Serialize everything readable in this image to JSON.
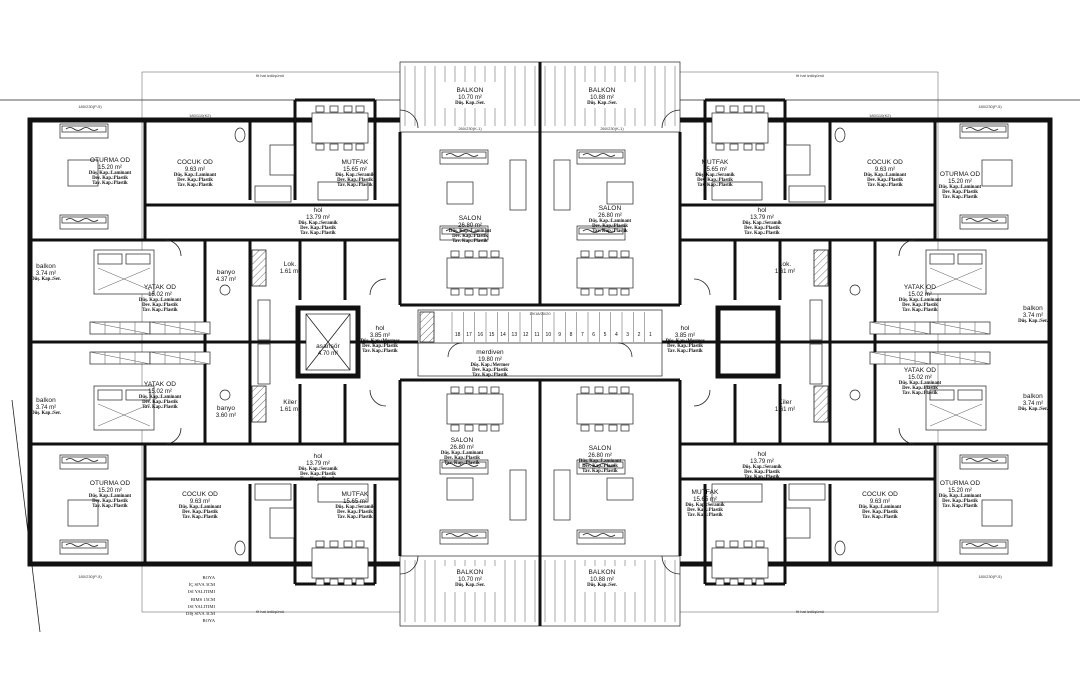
{
  "rooms": [
    {
      "id": "oturma-tl",
      "name": "OTURMA OD",
      "area": "15.20 m²",
      "finish": [
        "Düş. Kap.:Laminant",
        "Dev. Kap.:Plastik",
        "Tav. Kap.:Plastik"
      ]
    },
    {
      "id": "cocuk-tl",
      "name": "COCUK OD",
      "area": "9.63 m²",
      "finish": [
        "Düş. Kap.:Laminant",
        "Dev. Kap.:Plastik",
        "Tav. Kap.:Plastik"
      ]
    },
    {
      "id": "mutfak-tl",
      "name": "MUTFAK",
      "area": "15.65 m²",
      "finish": [
        "Düş. Kap.:Seramik",
        "Dev. Kap.:Plastik",
        "Tav. Kap.:Plastik"
      ]
    },
    {
      "id": "hol-tl",
      "name": "hol",
      "area": "13.79 m²",
      "finish": [
        "Düş. Kap.:Seramik",
        "Dev. Kap.:Plastik",
        "Tav. Kap.:Plastik"
      ]
    },
    {
      "id": "balkon-top-l",
      "name": "BALKON",
      "area": "10.70 m²",
      "finish": [
        "Düş. Kap.:Ser."
      ]
    },
    {
      "id": "balkon-top-r",
      "name": "BALKON",
      "area": "10.88 m²",
      "finish": [
        "Düş. Kap.:Ser."
      ]
    },
    {
      "id": "salon-tl",
      "name": "SALON",
      "area": "26.80 m²",
      "finish": [
        "Düş. Kap.:Laminant",
        "Dev. Kap.:Plastik",
        "Tav. Kap.:Plastik"
      ]
    },
    {
      "id": "salon-tr",
      "name": "SALON",
      "area": "26.80 m²",
      "finish": [
        "Düş. Kap.:Laminant",
        "Dev. Kap.:Plastik",
        "Tav. Kap.:Plastik"
      ]
    },
    {
      "id": "mutfak-tr",
      "name": "MUTFAK",
      "area": "15.65 m²",
      "finish": [
        "Düş. Kap.:Seramik",
        "Dev. Kap.:Plastik",
        "Tav. Kap.:Plastik"
      ]
    },
    {
      "id": "cocuk-tr",
      "name": "COCUK OD",
      "area": "9.63 m²",
      "finish": [
        "Düş. Kap.:Laminant",
        "Dev. Kap.:Plastik",
        "Tav. Kap.:Plastik"
      ]
    },
    {
      "id": "oturma-tr",
      "name": "OTURMA OD",
      "area": "15.20 m²",
      "finish": [
        "Düş. Kap.:Laminant",
        "Dev. Kap.:Plastik",
        "Tav. Kap.:Plastik"
      ]
    },
    {
      "id": "hol-tr",
      "name": "hol",
      "area": "13.79 m²",
      "finish": [
        "Düş. Kap.:Seramik",
        "Dev. Kap.:Plastik",
        "Tav. Kap.:Plastik"
      ]
    },
    {
      "id": "yatak-ul",
      "name": "YATAK OD",
      "area": "15.02 m²",
      "finish": [
        "Düş. Kap.:Laminant",
        "Dev. Kap.:Plastik",
        "Tav. Kap.:Plastik"
      ]
    },
    {
      "id": "yatak-ll",
      "name": "YATAK OD",
      "area": "15.02 m²",
      "finish": [
        "Düş. Kap.:Laminant",
        "Dev. Kap.:Plastik",
        "Tav. Kap.:Plastik"
      ]
    },
    {
      "id": "yatak-ur",
      "name": "YATAK OD",
      "area": "15.02 m²",
      "finish": [
        "Düş. Kap.:Laminant",
        "Dev. Kap.:Plastik",
        "Tav. Kap.:Plastik"
      ]
    },
    {
      "id": "yatak-lr",
      "name": "YATAK OD",
      "area": "15.02 m²",
      "finish": [
        "Düş. Kap.:Laminant",
        "Dev. Kap.:Plastik",
        "Tav. Kap.:Plastik"
      ]
    },
    {
      "id": "balkon-ul",
      "name": "balkon",
      "area": "3.74 m²",
      "finish": [
        "Düş. Kap.:Ser."
      ]
    },
    {
      "id": "balkon-ll",
      "name": "balkon",
      "area": "3.74 m²",
      "finish": [
        "Düş. Kap.:Ser."
      ]
    },
    {
      "id": "balkon-ur",
      "name": "balkon",
      "area": "3.74 m²",
      "finish": [
        "Düş. Kap.:Ser."
      ]
    },
    {
      "id": "balkon-lr",
      "name": "balkon",
      "area": "3.74 m²",
      "finish": [
        "Düş. Kap.:Ser."
      ]
    },
    {
      "id": "banyo-ul",
      "name": "banyo",
      "area": "4.37 m²",
      "finish": []
    },
    {
      "id": "banyo-ll",
      "name": "banyo",
      "area": "3.60 m²",
      "finish": []
    },
    {
      "id": "lok-ul",
      "name": "Lok.",
      "area": "1.61 m²",
      "finish": []
    },
    {
      "id": "lok-ll",
      "name": "Kiler",
      "area": "1.61 m²",
      "finish": []
    },
    {
      "id": "lok-ur",
      "name": "Lok.",
      "area": "1.61 m²",
      "finish": []
    },
    {
      "id": "lok-lr",
      "name": "Kiler",
      "area": "1.61 m²",
      "finish": []
    },
    {
      "id": "hol-l",
      "name": "hol",
      "area": "3.85 m²",
      "finish": [
        "Düş. Kap.:Mermer",
        "Dev. Kap.:Plastik",
        "Tav. Kap.:Plastik"
      ]
    },
    {
      "id": "hol-r",
      "name": "hol",
      "area": "3.85 m²",
      "finish": [
        "Düş. Kap.:Mermer",
        "Dev. Kap.:Plastik",
        "Tav. Kap.:Plastik"
      ]
    },
    {
      "id": "asansor",
      "name": "asansör",
      "area": "4.70 m²",
      "finish": []
    },
    {
      "id": "merdiven",
      "name": "merdiven",
      "area": "19.80 m²",
      "finish": [
        "Düş. Kap.:Mermer",
        "Dev. Kap.:Plastik",
        "Tav. Kap.:Plastik"
      ]
    },
    {
      "id": "mutfak-bl",
      "name": "MUTFAK",
      "area": "15.65 m²",
      "finish": [
        "Düş. Kap.:Seramik",
        "Dev. Kap.:Plastik",
        "Tav. Kap.:Plastik"
      ]
    },
    {
      "id": "hol-bl",
      "name": "hol",
      "area": "13.79 m²",
      "finish": [
        "Düş. Kap.:Seramik",
        "Dev. Kap.:Plastik",
        "Tav. Kap.:Plastik"
      ]
    },
    {
      "id": "oturma-bl",
      "name": "OTURMA OD",
      "area": "15.20 m²",
      "finish": [
        "Düş. Kap.:Laminant",
        "Dev. Kap.:Plastik",
        "Tav. Kap.:Plastik"
      ]
    },
    {
      "id": "cocuk-bl",
      "name": "COCUK OD",
      "area": "9.63 m²",
      "finish": [
        "Düş. Kap.:Laminant",
        "Dev. Kap.:Plastik",
        "Tav. Kap.:Plastik"
      ]
    },
    {
      "id": "salon-bl",
      "name": "SALON",
      "area": "26.80 m²",
      "finish": [
        "Düş. Kap.:Laminant",
        "Dev. Kap.:Plastik",
        "Tav. Kap.:Plastik"
      ]
    },
    {
      "id": "salon-br",
      "name": "SALON",
      "area": "26.80 m²",
      "finish": [
        "Düş. Kap.:Laminant",
        "Dev. Kap.:Plastik",
        "Tav. Kap.:Plastik"
      ]
    },
    {
      "id": "mutfak-br",
      "name": "MUTFAK",
      "area": "15.65 m²",
      "finish": [
        "Düş. Kap.:Seramik",
        "Dev. Kap.:Plastik",
        "Tav. Kap.:Plastik"
      ]
    },
    {
      "id": "hol-br",
      "name": "hol",
      "area": "13.79 m²",
      "finish": [
        "Düş. Kap.:Seramik",
        "Dev. Kap.:Plastik",
        "Tav. Kap.:Plastik"
      ]
    },
    {
      "id": "cocuk-br",
      "name": "COCUK OD",
      "area": "9.63 m²",
      "finish": [
        "Düş. Kap.:Laminant",
        "Dev. Kap.:Plastik",
        "Tav. Kap.:Plastik"
      ]
    },
    {
      "id": "oturma-br",
      "name": "OTURMA OD",
      "area": "15.20 m²",
      "finish": [
        "Düş. Kap.:Laminant",
        "Dev. Kap.:Plastik",
        "Tav. Kap.:Plastik"
      ]
    },
    {
      "id": "balkon-bot-l",
      "name": "BALKON",
      "area": "10.70 m²",
      "finish": [
        "Düş. Kap.:Ser."
      ]
    },
    {
      "id": "balkon-bot-r",
      "name": "BALKON",
      "area": "10.88 m²",
      "finish": [
        "Düş. Kap.:Ser."
      ]
    }
  ],
  "stairs": {
    "steps": [
      "18",
      "17",
      "16",
      "15",
      "14",
      "13",
      "12",
      "11",
      "10",
      "9",
      "8",
      "7",
      "6",
      "5",
      "4",
      "3",
      "2",
      "1"
    ],
    "top_row": "19/18/20/20"
  },
  "windows": {
    "w1": "180/230(P-5)",
    "w2": "180/110(K2)",
    "w3": "180/110(K2)",
    "w4": "260/230(K-1)"
  },
  "legend": [
    "BOYA",
    "İÇ SIVA 3CM",
    "ISI YALITIMI",
    "BIMS 15CM",
    "ISI YALITIMI",
    "DIŞ SIVA 3CM",
    "BOYA"
  ],
  "notes": {
    "top_line": "fit hat izdüşümü",
    "left_line": "fit hat izdüşümü"
  }
}
